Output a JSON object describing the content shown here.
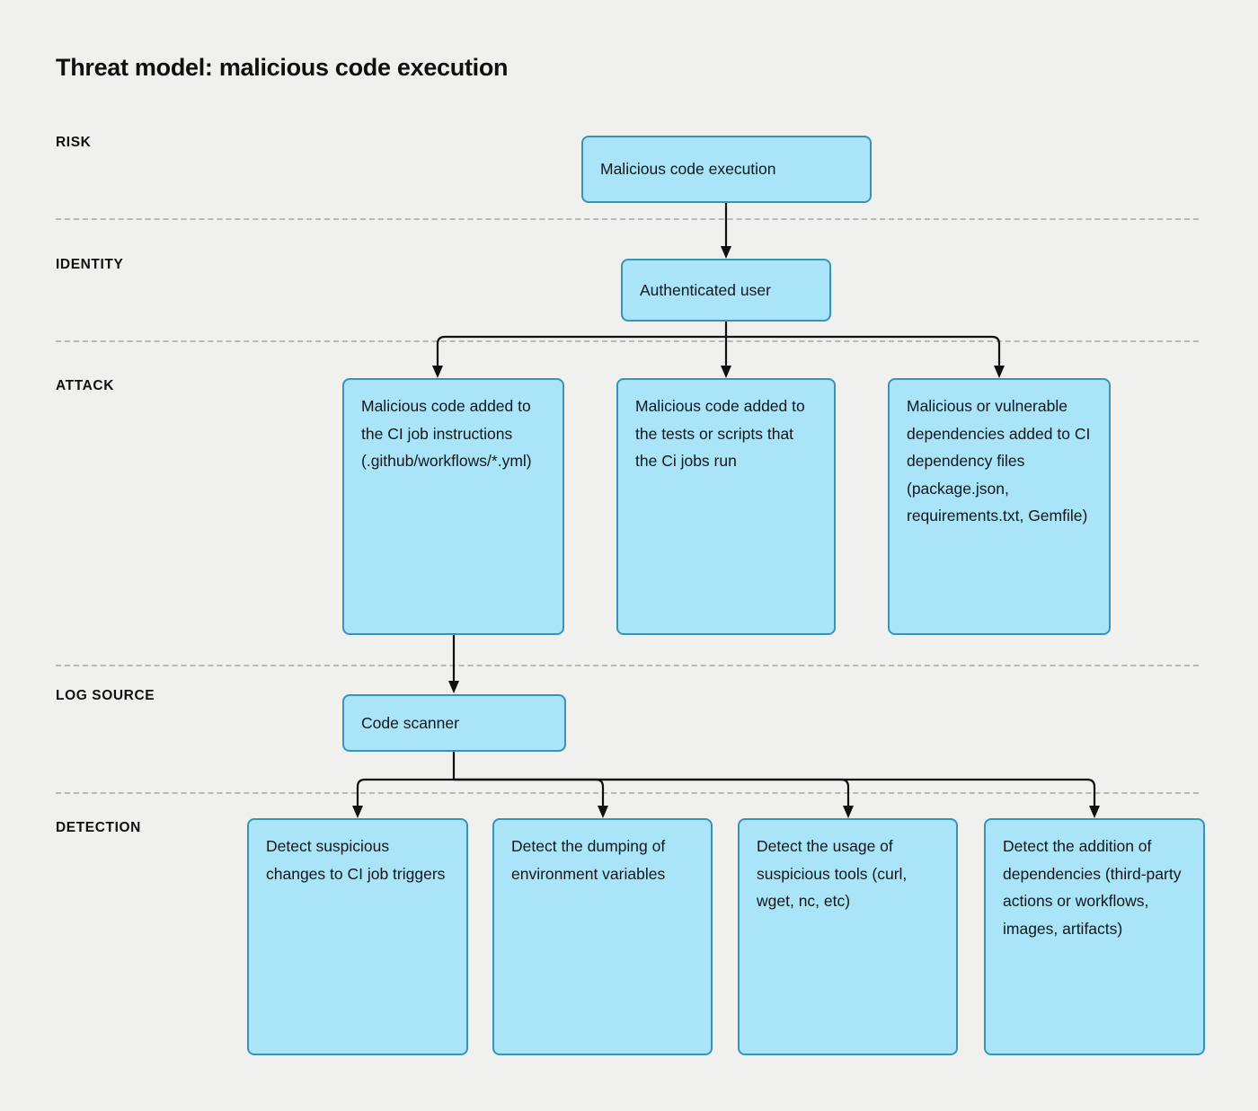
{
  "page": {
    "title": "Threat model: malicious code execution",
    "background_color": "#f0f0ef",
    "node_fill_color": "#a9e4f8",
    "node_border_color": "#3794b8",
    "divider_color": "#b9b9b6",
    "text_color": "#12100e"
  },
  "rows": [
    {
      "label": "RISK"
    },
    {
      "label": "IDENTITY"
    },
    {
      "label": "ATTACK"
    },
    {
      "label": "LOG SOURCE"
    },
    {
      "label": "DETECTION"
    }
  ],
  "nodes": {
    "risk": [
      {
        "text": "Malicious code execution"
      }
    ],
    "identity": [
      {
        "text": "Authenticated user"
      }
    ],
    "attack": [
      {
        "text": "Malicious code added to the CI job instructions (.github/workflows/*.yml)"
      },
      {
        "text": "Malicious code added to the tests or scripts that the Ci jobs run"
      },
      {
        "text": "Malicious or vulnerable dependencies added to CI dependency files (package.json, requirements.txt, Gemfile)"
      }
    ],
    "log_source": [
      {
        "text": "Code scanner"
      }
    ],
    "detection": [
      {
        "text": "Detect suspicious changes to CI job triggers"
      },
      {
        "text": "Detect the dumping of environment variables"
      },
      {
        "text": "Detect the usage of suspicious tools (curl, wget, nc, etc)"
      },
      {
        "text": "Detect the addition of dependencies (third-party actions or workflows, images, artifacts)"
      }
    ]
  }
}
